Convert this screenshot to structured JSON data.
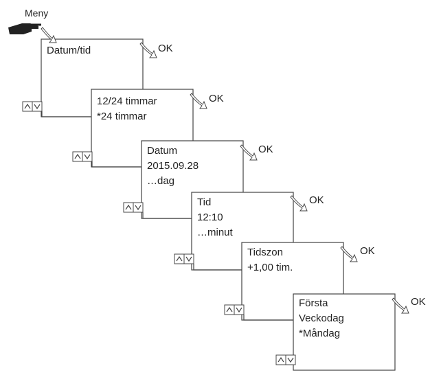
{
  "menu_label": "Meny",
  "ok_label": "OK",
  "steps": [
    {
      "lines": [
        "Datum/tid"
      ]
    },
    {
      "lines": [
        "12/24 timmar",
        "*24 timmar"
      ]
    },
    {
      "lines": [
        "Datum",
        "2015.09.28",
        "…dag"
      ]
    },
    {
      "lines": [
        "Tid",
        "12:10",
        "…minut"
      ]
    },
    {
      "lines": [
        "Tidszon",
        "+1,00 tim."
      ]
    },
    {
      "lines": [
        "Första",
        "Veckodag",
        "*Måndag"
      ]
    }
  ]
}
